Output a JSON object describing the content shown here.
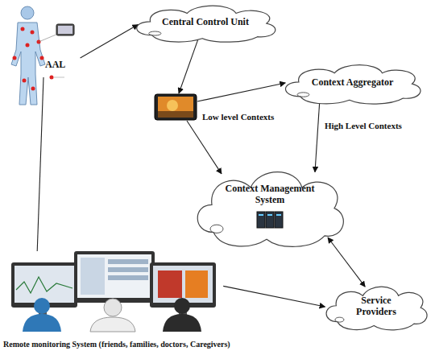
{
  "diagram": {
    "nodes": [
      {
        "text": [
          "AAL"
        ]
      },
      {
        "text": [
          "Central Control Unit"
        ]
      },
      {
        "text": [
          "Context Aggregator"
        ]
      },
      {
        "text": [
          "Context Management System"
        ]
      },
      {
        "text": [
          "Service Providers"
        ]
      },
      {
        "text": [
          "Remote monitoring System (friends, families, doctors, Caregivers)"
        ]
      }
    ],
    "edges": [
      {
        "from": 0,
        "to": 1,
        "arrow": "to"
      },
      {
        "from": 0,
        "to": 5,
        "arrow": "none"
      },
      {
        "from": 2,
        "to": 3,
        "arrow": "to",
        "label": "High Level Contexts"
      },
      {
        "from": 3,
        "to": 4,
        "arrow": "both"
      },
      {
        "from": 5,
        "to": 4,
        "arrow": "to"
      }
    ],
    "labels": [
      "Low level Contexts"
    ]
  }
}
